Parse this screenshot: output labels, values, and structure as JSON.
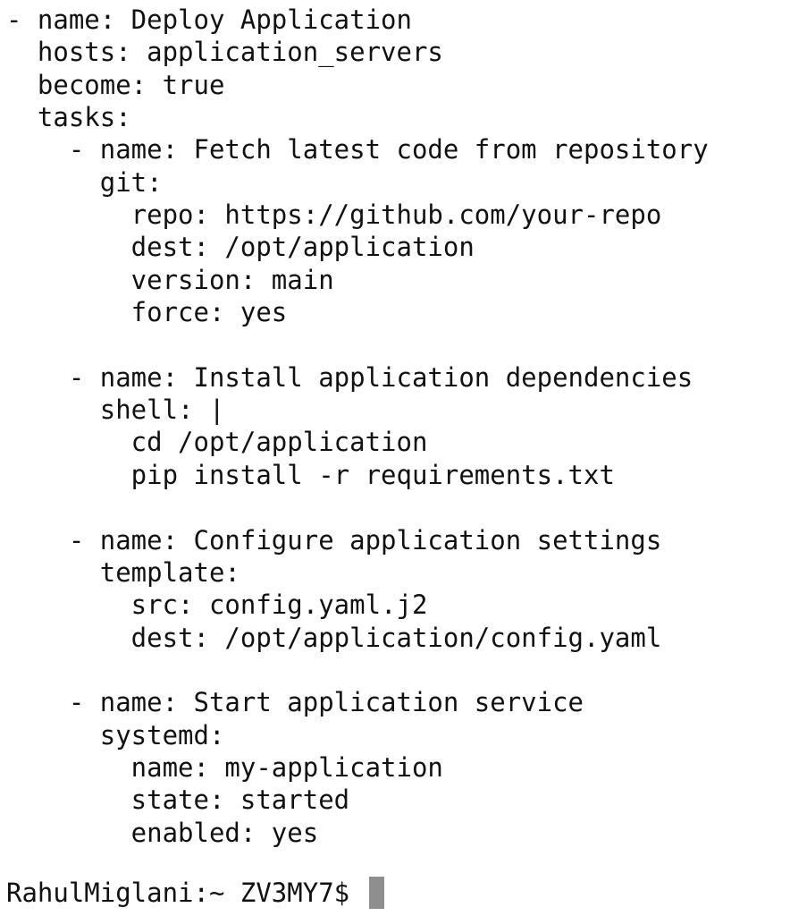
{
  "terminal": {
    "lines": [
      "- name: Deploy Application",
      "  hosts: application_servers",
      "  become: true",
      "  tasks:",
      "    - name: Fetch latest code from repository",
      "      git:",
      "        repo: https://github.com/your-repo",
      "        dest: /opt/application",
      "        version: main",
      "        force: yes",
      "",
      "    - name: Install application dependencies",
      "      shell: |",
      "        cd /opt/application",
      "        pip install -r requirements.txt",
      "",
      "    - name: Configure application settings",
      "      template:",
      "        src: config.yaml.j2",
      "        dest: /opt/application/config.yaml",
      "",
      "    - name: Start application service",
      "      systemd:",
      "        name: my-application",
      "        state: started",
      "        enabled: yes"
    ],
    "prompt": "RahulMiglani:~ ZV3MY7$ ",
    "cursor_color": "#8e8e8e"
  }
}
